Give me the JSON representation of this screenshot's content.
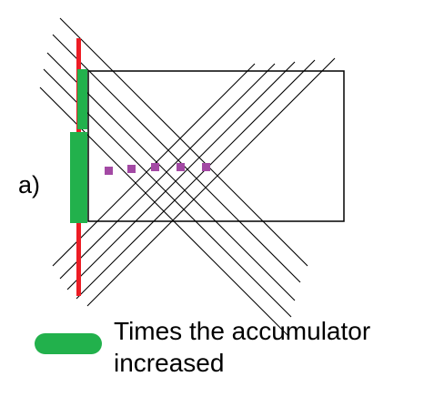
{
  "label": "a)",
  "legend": {
    "line1": "Times the accumulator",
    "line2": "increased"
  },
  "colors": {
    "accumulator_green": "#22b14c",
    "overflow_red": "#ed1c24",
    "marker_purple": "#a349a4",
    "line": "#000000"
  }
}
